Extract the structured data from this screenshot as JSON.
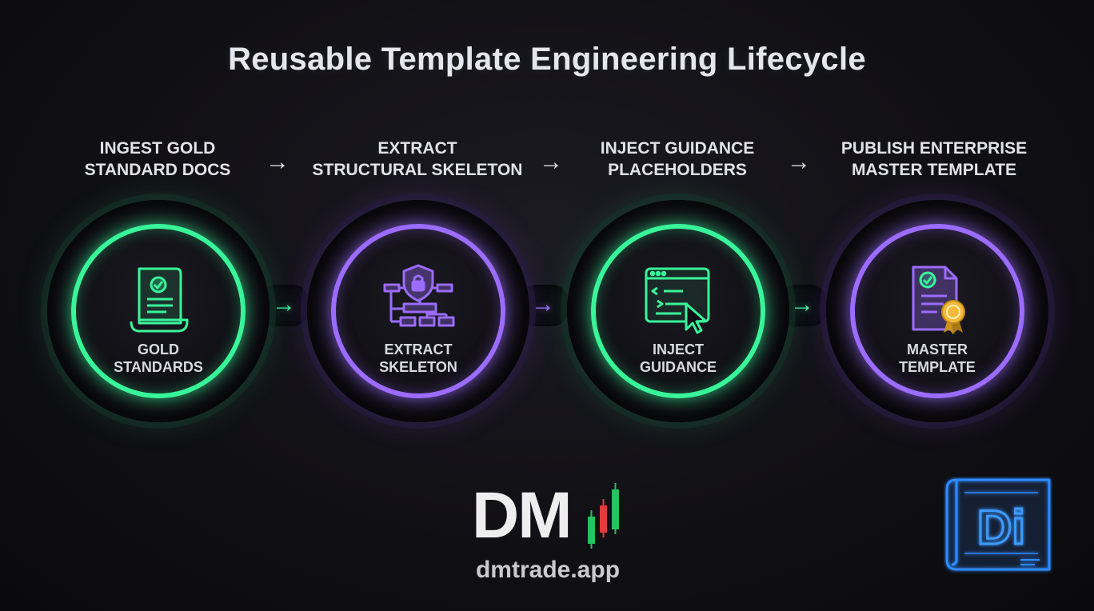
{
  "title": "Reusable Template Engineering Lifecycle",
  "steps": [
    {
      "label": "INGEST GOLD\nSTANDARD DOCS",
      "node": "GOLD\nSTANDARDS",
      "icon": "certificate-scroll-icon",
      "color": "#39f59a"
    },
    {
      "label": "EXTRACT\nSTRUCTURAL SKELETON",
      "node": "EXTRACT\nSKELETON",
      "icon": "shield-hierarchy-icon",
      "color": "#9b6cff"
    },
    {
      "label": "INJECT GUIDANCE\nPLACEHOLDERS",
      "node": "INJECT\nGUIDANCE",
      "icon": "code-window-cursor-icon",
      "color": "#39f59a"
    },
    {
      "label": "PUBLISH ENTERPRISE\nMASTER TEMPLATE",
      "node": "MASTER\nTEMPLATE",
      "icon": "document-award-icon",
      "color": "#9b6cff"
    }
  ],
  "arrow_glyph": "→",
  "brand": {
    "logo_text": "DM",
    "url": "dmtrade.app"
  },
  "corner_logo": {
    "text": "Di",
    "color": "#2f8bff"
  }
}
